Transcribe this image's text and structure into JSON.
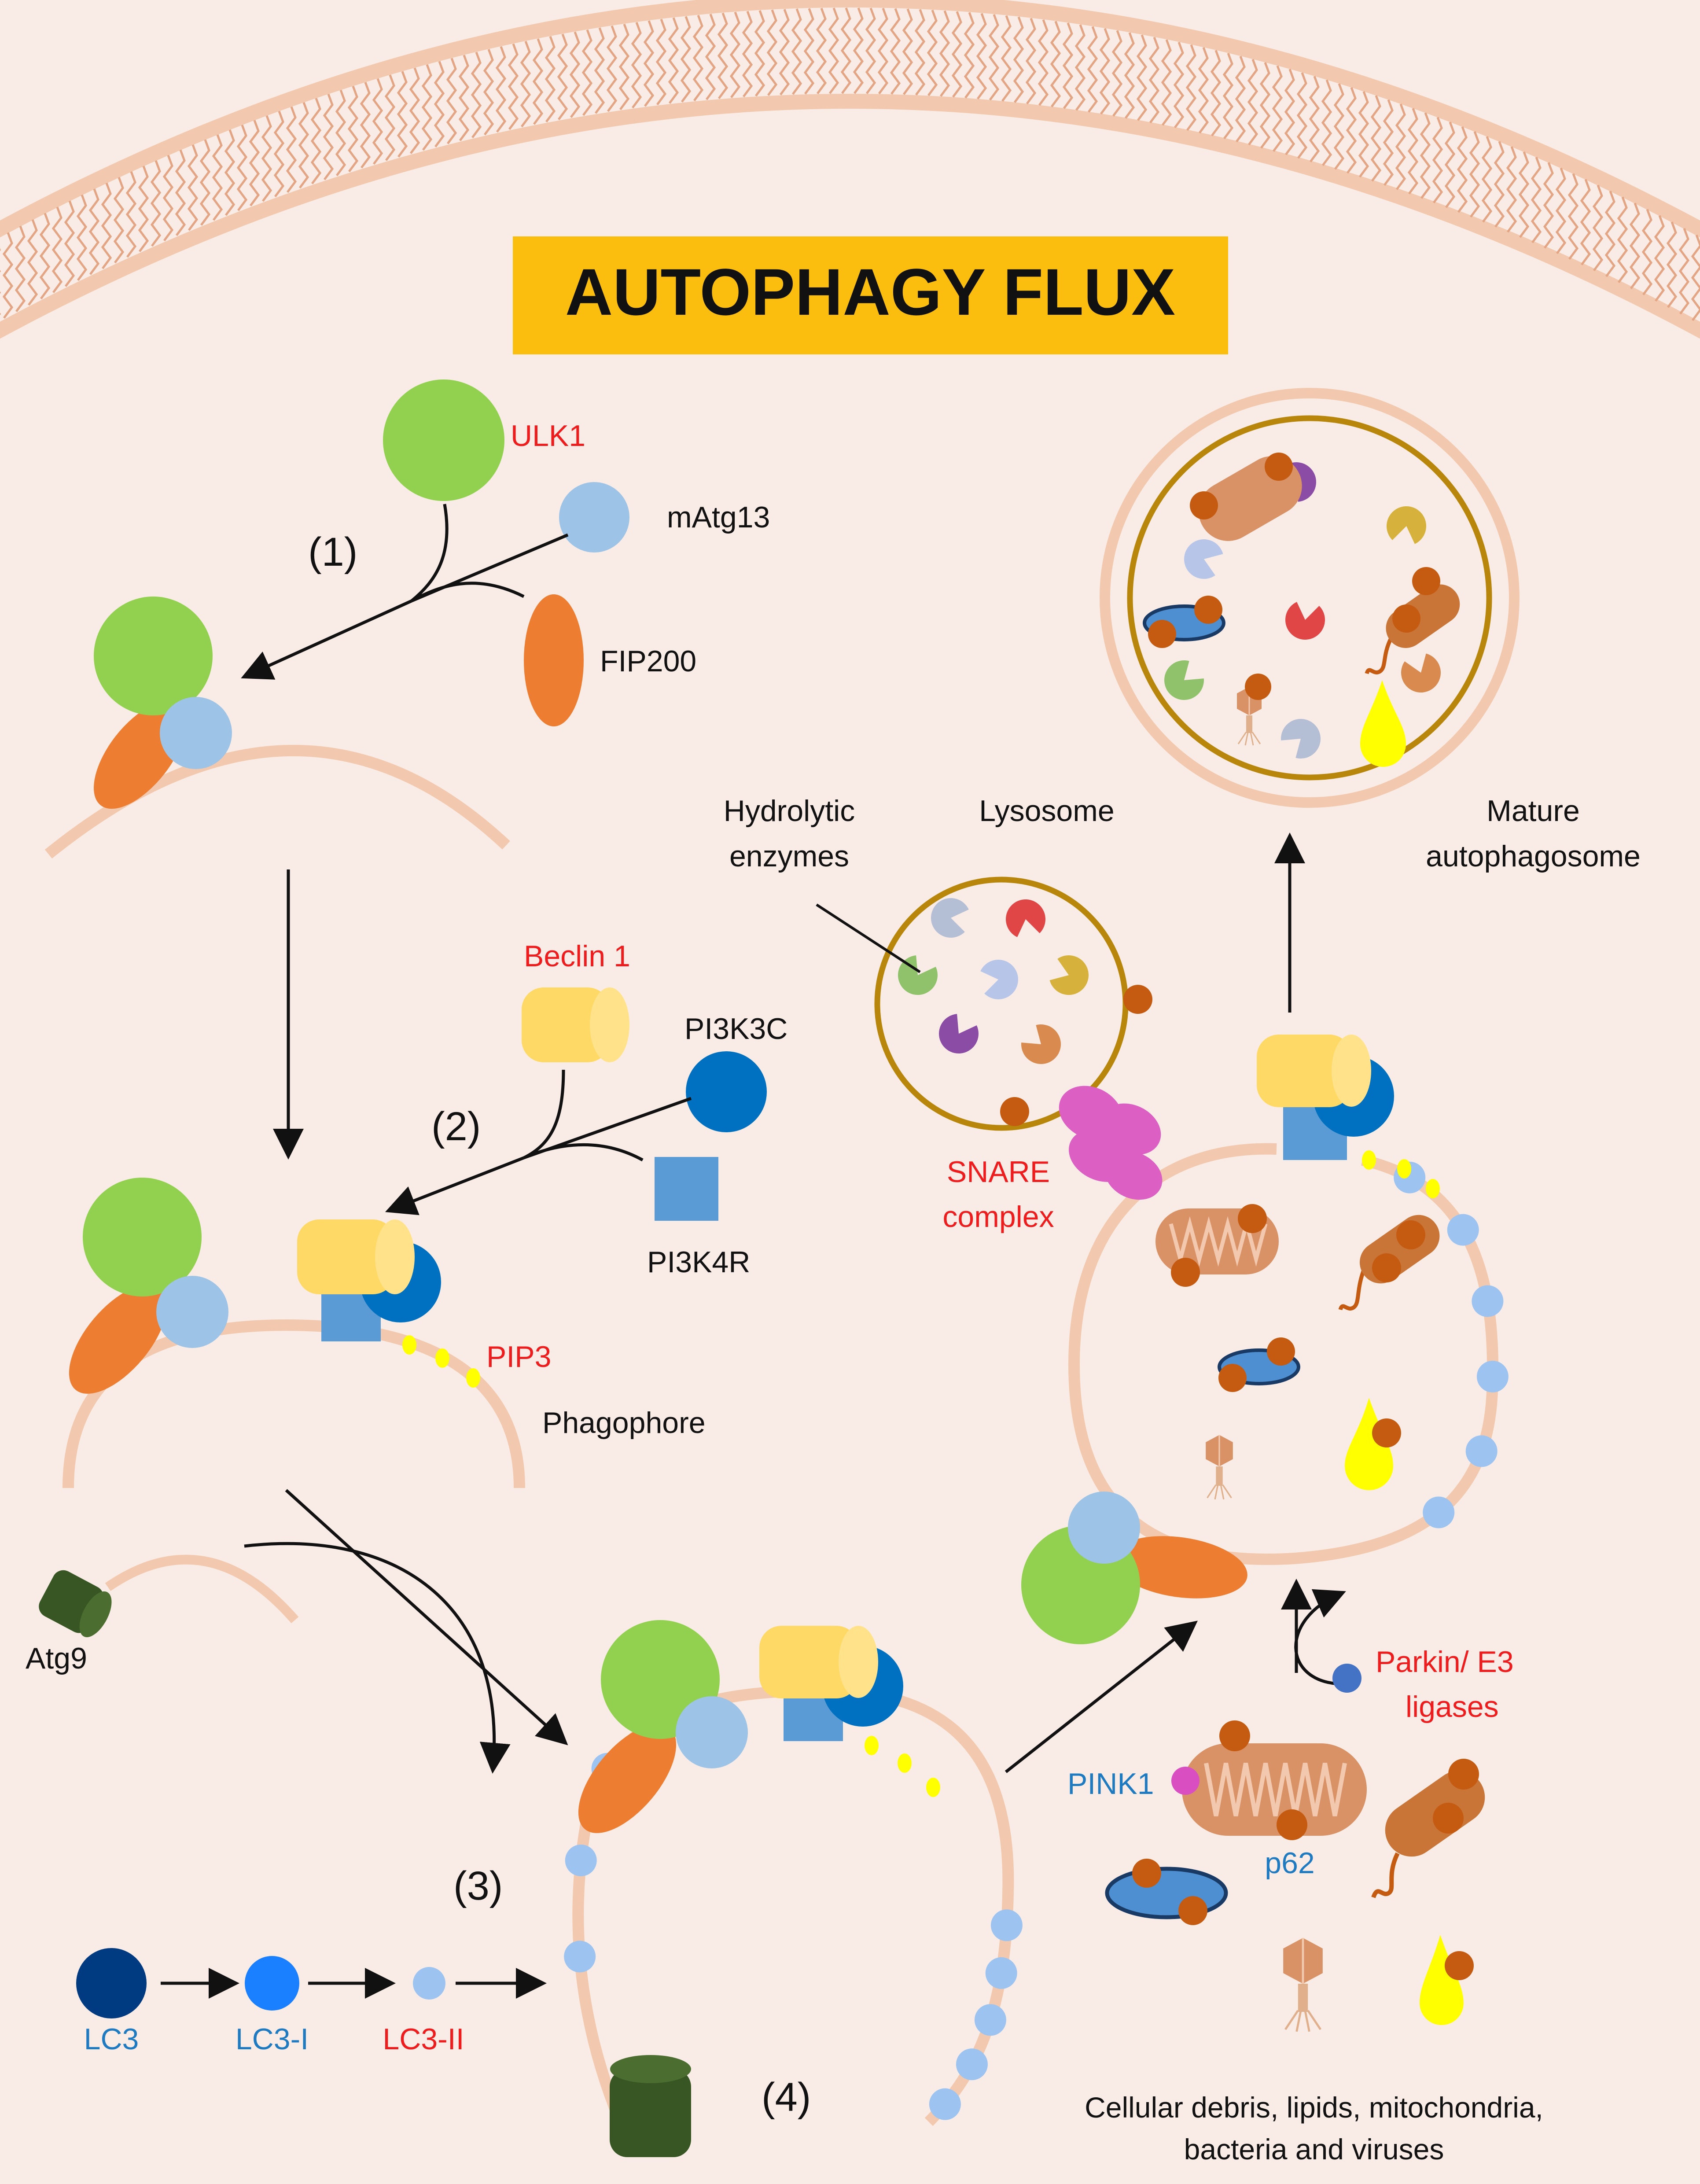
{
  "title": "AUTOPHAGY FLUX",
  "colors": {
    "background": "#f9ece6",
    "membrane": "#f2c9ae",
    "membrane_tail": "#e3a583",
    "title_banner": "#fbbd0e",
    "ulk1": "#92d050",
    "matg13": "#9dc3e6",
    "fip200": "#ed7d31",
    "beclin1": "#ffd966",
    "pi3k3c": "#0070c0",
    "pi3k4r": "#5b9bd5",
    "pip3": "#ffff00",
    "lc3": "#003a80",
    "lc3_i": "#1a80ff",
    "lc3_ii": "#9dc3f0",
    "atg9": "#375623",
    "lysosome_ring": "#b8860b",
    "p62": "#c55a11",
    "snare": "#dc5fc3",
    "label_red": "#ee1c1c",
    "label_blue": "#1f7bc1",
    "label_black": "#111111"
  },
  "steps": {
    "s1": "(1)",
    "s2": "(2)",
    "s3": "(3)",
    "s4": "(4)"
  },
  "labels": {
    "ulk1": "ULK1",
    "matg13": "mAtg13",
    "fip200": "FIP200",
    "beclin1": "Beclin 1",
    "pi3k3c": "PI3K3C",
    "pi3k4r": "PI3K4R",
    "pip3": "PIP3",
    "phagophore": "Phagophore",
    "atg9": "Atg9",
    "lc3": "LC3",
    "lc3_i": "LC3-I",
    "lc3_ii": "LC3-II",
    "hydrolytic_1": "Hydrolytic",
    "hydrolytic_2": "enzymes",
    "lysosome": "Lysosome",
    "snare_1": "SNARE",
    "snare_2": "complex",
    "mature_1": "Mature",
    "mature_2": "autophagosome",
    "parkin_1": "Parkin/ E3",
    "parkin_2": "ligases",
    "pink1": "PINK1",
    "p62": "p62",
    "cargo_1": "Cellular debris, lipids, mitochondria,",
    "cargo_2": "bacteria and viruses"
  },
  "icons": [
    "ulk1-circle",
    "matg13-circle",
    "fip200-ellipse",
    "beclin1-cylinder",
    "pi3k3c-circle",
    "pi3k4r-square",
    "lc3-circle",
    "atg9-cylinder",
    "pacman-enzyme",
    "mitochondrion",
    "bacterium",
    "lipid-droplet",
    "virus",
    "p62-dot"
  ]
}
